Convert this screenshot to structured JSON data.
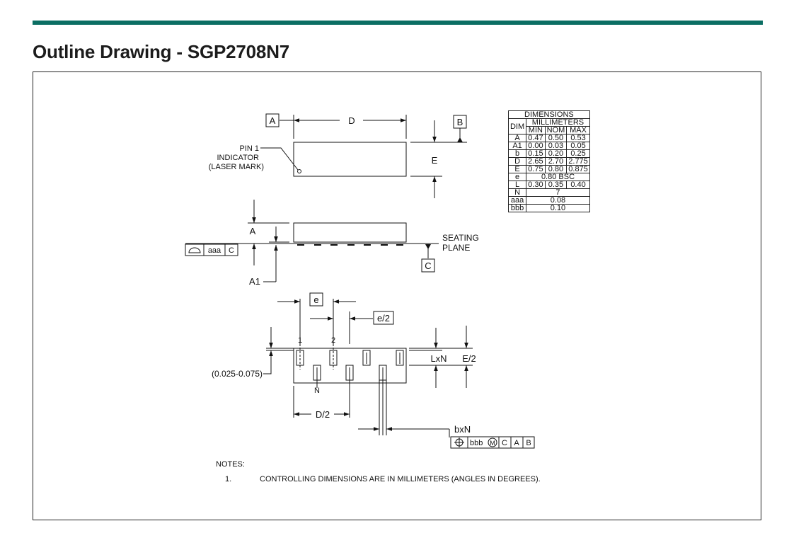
{
  "page": {
    "title": "Outline Drawing - SGP2708N7",
    "accent_color": "#0b6e63"
  },
  "top_view": {
    "datum_a": "A",
    "datum_b": "B",
    "dim_d": "D",
    "dim_e": "E",
    "pin1_line1": "PIN 1",
    "pin1_line2": "INDICATOR",
    "pin1_line3": "(LASER MARK)"
  },
  "side_view": {
    "dim_a": "A",
    "dim_a1": "A1",
    "seating_line1": "SEATING",
    "seating_line2": "PLANE",
    "datum_c": "C",
    "flatness_ref": "aaa",
    "flatness_datum": "C",
    "flatness_icon": "flatness-symbol"
  },
  "bottom_view": {
    "dim_e_pitch": "e",
    "dim_e_half": "e/2",
    "pin_1": "1",
    "pin_2": "2",
    "pin_n": "N",
    "range": "(0.025-0.075)",
    "dim_lxn": "LxN",
    "dim_e2": "E/2",
    "dim_d2": "D/2",
    "dim_bxn": "bxN",
    "position_icon": "position-symbol",
    "tol_ref": "bbb",
    "tol_modifier": "M",
    "tol_datum_c": "C",
    "tol_datum_a": "A",
    "tol_datum_b": "B"
  },
  "dimensions_table": {
    "title": "DIMENSIONS",
    "dim_header": "DIM",
    "unit_header": "MILLIMETERS",
    "col_min": "MIN",
    "col_nom": "NOM",
    "col_max": "MAX",
    "rows": [
      {
        "dim": "A",
        "min": "0.47",
        "nom": "0.50",
        "max": "0.53"
      },
      {
        "dim": "A1",
        "min": "0.00",
        "nom": "0.03",
        "max": "0.05"
      },
      {
        "dim": "b",
        "min": "0.15",
        "nom": "0.20",
        "max": "0.25"
      },
      {
        "dim": "D",
        "min": "2.65",
        "nom": "2.70",
        "max": "2.775"
      },
      {
        "dim": "E",
        "min": "0.75",
        "nom": "0.80",
        "max": "0.875"
      }
    ],
    "row_e": {
      "dim": "e",
      "value": "0.80 BSC"
    },
    "row_l": {
      "dim": "L",
      "min": "0.30",
      "nom": "0.35",
      "max": "0.40"
    },
    "row_n": {
      "dim": "N",
      "value": "7"
    },
    "row_aaa": {
      "dim": "aaa",
      "value": "0.08"
    },
    "row_bbb": {
      "dim": "bbb",
      "value": "0.10"
    }
  },
  "notes": {
    "heading": "NOTES:",
    "items": [
      {
        "number": "1.",
        "text": "CONTROLLING DIMENSIONS ARE IN MILLIMETERS (ANGLES IN DEGREES)."
      }
    ]
  }
}
